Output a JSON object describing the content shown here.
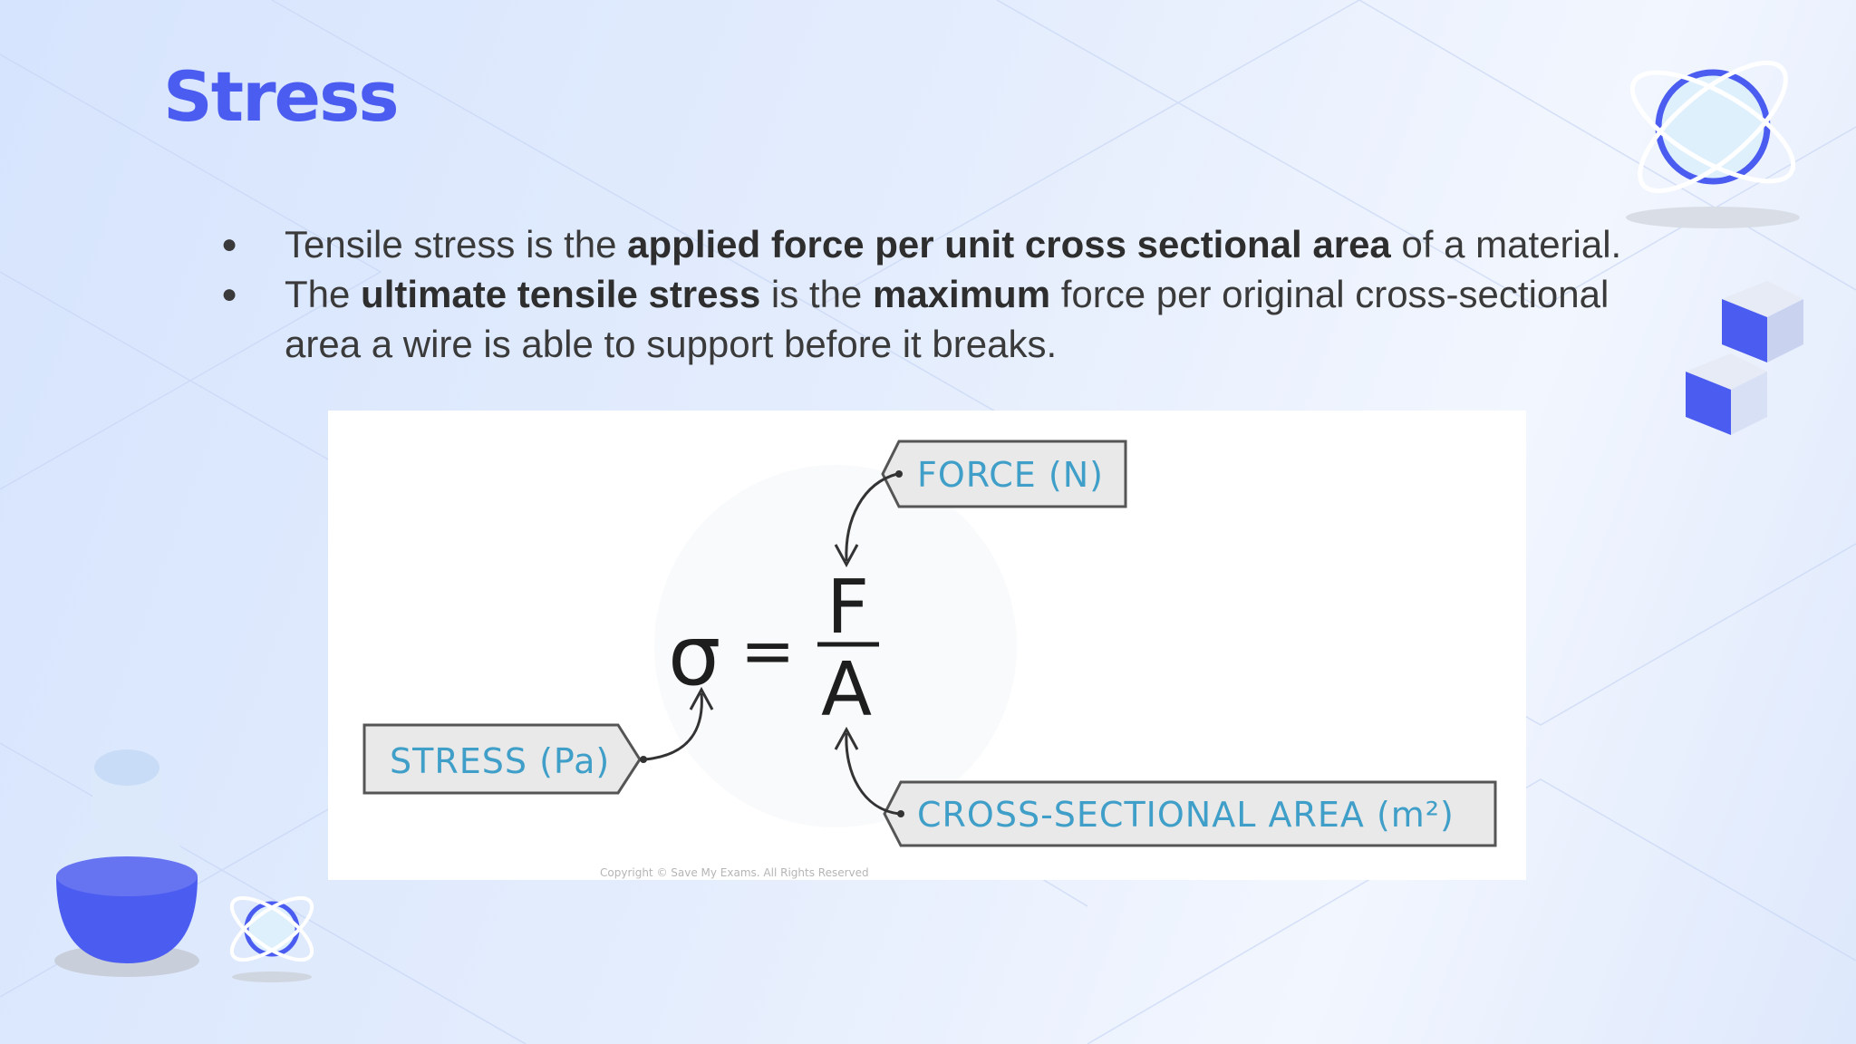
{
  "slide": {
    "title": "Stress",
    "bullets": [
      {
        "parts": [
          {
            "text": "Tensile stress is the ",
            "bold": false
          },
          {
            "text": "applied force per unit cross sectional area",
            "bold": true
          },
          {
            "text": " of a material.",
            "bold": false
          }
        ]
      },
      {
        "parts": [
          {
            "text": "The ",
            "bold": false
          },
          {
            "text": "ultimate tensile stress",
            "bold": true
          },
          {
            "text": " is the ",
            "bold": false
          },
          {
            "text": "maximum",
            "bold": true
          },
          {
            "text": " force per original cross-sectional area a wire is able to support before it breaks.",
            "bold": false
          }
        ]
      }
    ],
    "bullet_glyph": "●"
  },
  "diagram": {
    "force_label": "FORCE (N)",
    "stress_label": "STRESS (Pa)",
    "area_label": "CROSS-SECTIONAL AREA (m²)",
    "formula_sigma": "σ",
    "formula_equals": "=",
    "formula_numerator": "F",
    "formula_denominator": "A",
    "copyright": "Copyright © Save My Exams. All Rights Reserved"
  },
  "colors": {
    "title": "#4b5cf0",
    "accent": "#4b5cf0",
    "label_text": "#3f9fc8"
  },
  "decorations": [
    "atom-icon",
    "cubes-icon",
    "flask-icon",
    "small-atom-icon"
  ]
}
